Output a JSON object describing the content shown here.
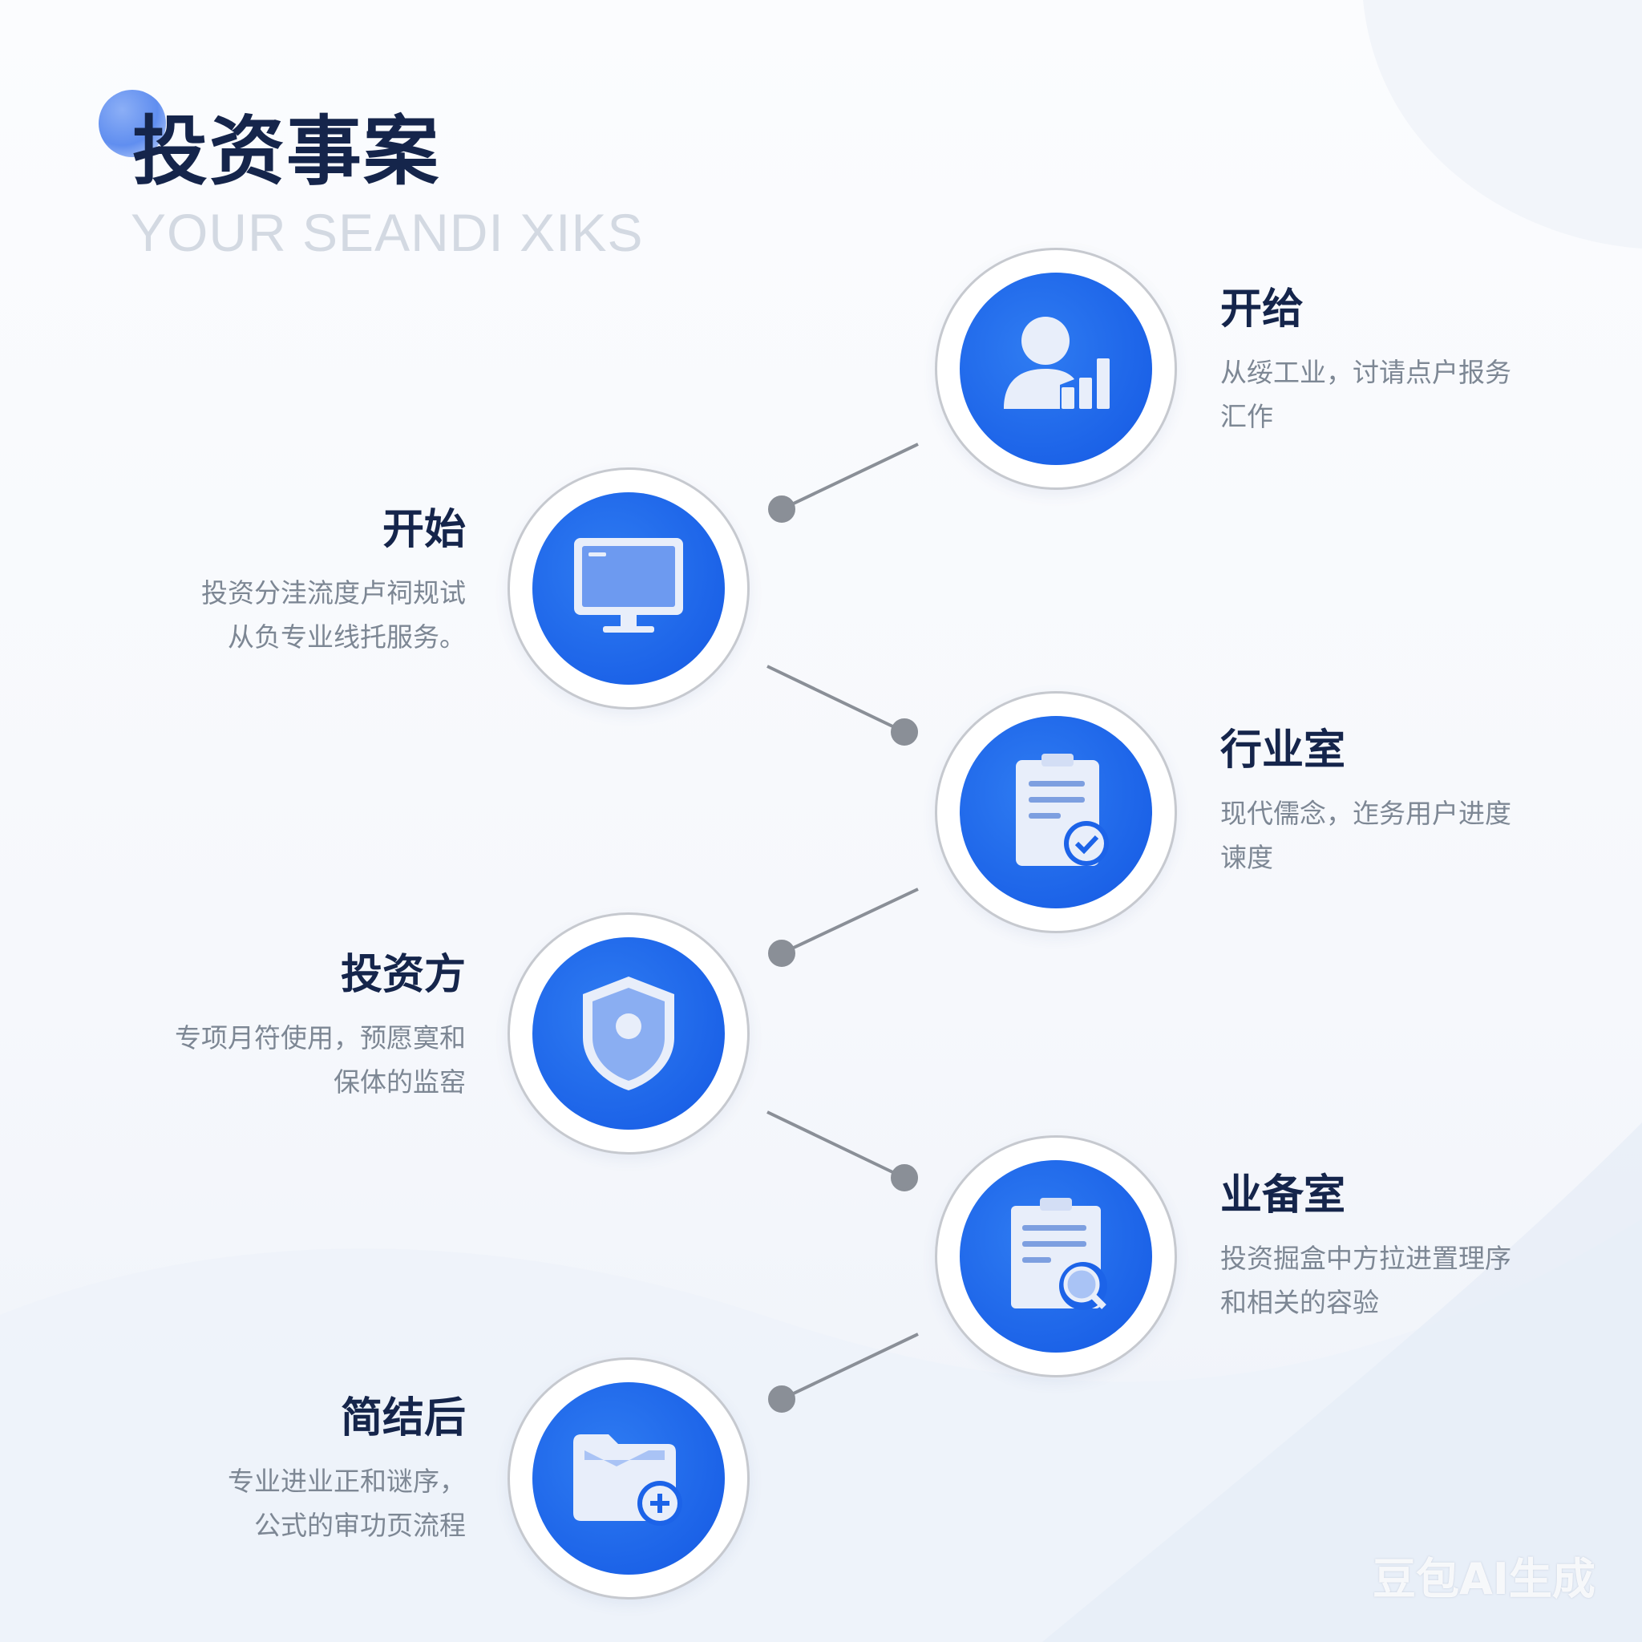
{
  "header": {
    "title": "投资事案",
    "subtitle": "YOUR SEANDI XIKS"
  },
  "steps": [
    {
      "title": "开给",
      "desc_lines": [
        "从绥工业，讨请点户报务",
        "汇作"
      ],
      "icon": "user-chart-icon",
      "side": "right"
    },
    {
      "title": "开始",
      "desc_lines": [
        "投资分洼流度卢祠规试",
        "从负专业线托服务。"
      ],
      "icon": "monitor-icon",
      "side": "left"
    },
    {
      "title": "行业室",
      "desc_lines": [
        "现代儒念，迮务用户进度",
        "谏度"
      ],
      "icon": "clipboard-check-icon",
      "side": "right"
    },
    {
      "title": "投资方",
      "desc_lines": [
        "专项月符使用，预愿寞和",
        "保体的监窑"
      ],
      "icon": "shield-icon",
      "side": "left"
    },
    {
      "title": "业备室",
      "desc_lines": [
        "投资掘盒中方拉进置理序",
        "和相关的容验"
      ],
      "icon": "clipboard-search-icon",
      "side": "right"
    },
    {
      "title": "简结后",
      "desc_lines": [
        "专业进业正和谜序，",
        "公式的审功页流程"
      ],
      "icon": "folder-add-icon",
      "side": "left"
    }
  ],
  "watermark": "豆包AI生成",
  "colors": {
    "accent": "#1c63e8",
    "title": "#15254b",
    "desc": "#7d8794",
    "connector": "#8a8f97"
  }
}
